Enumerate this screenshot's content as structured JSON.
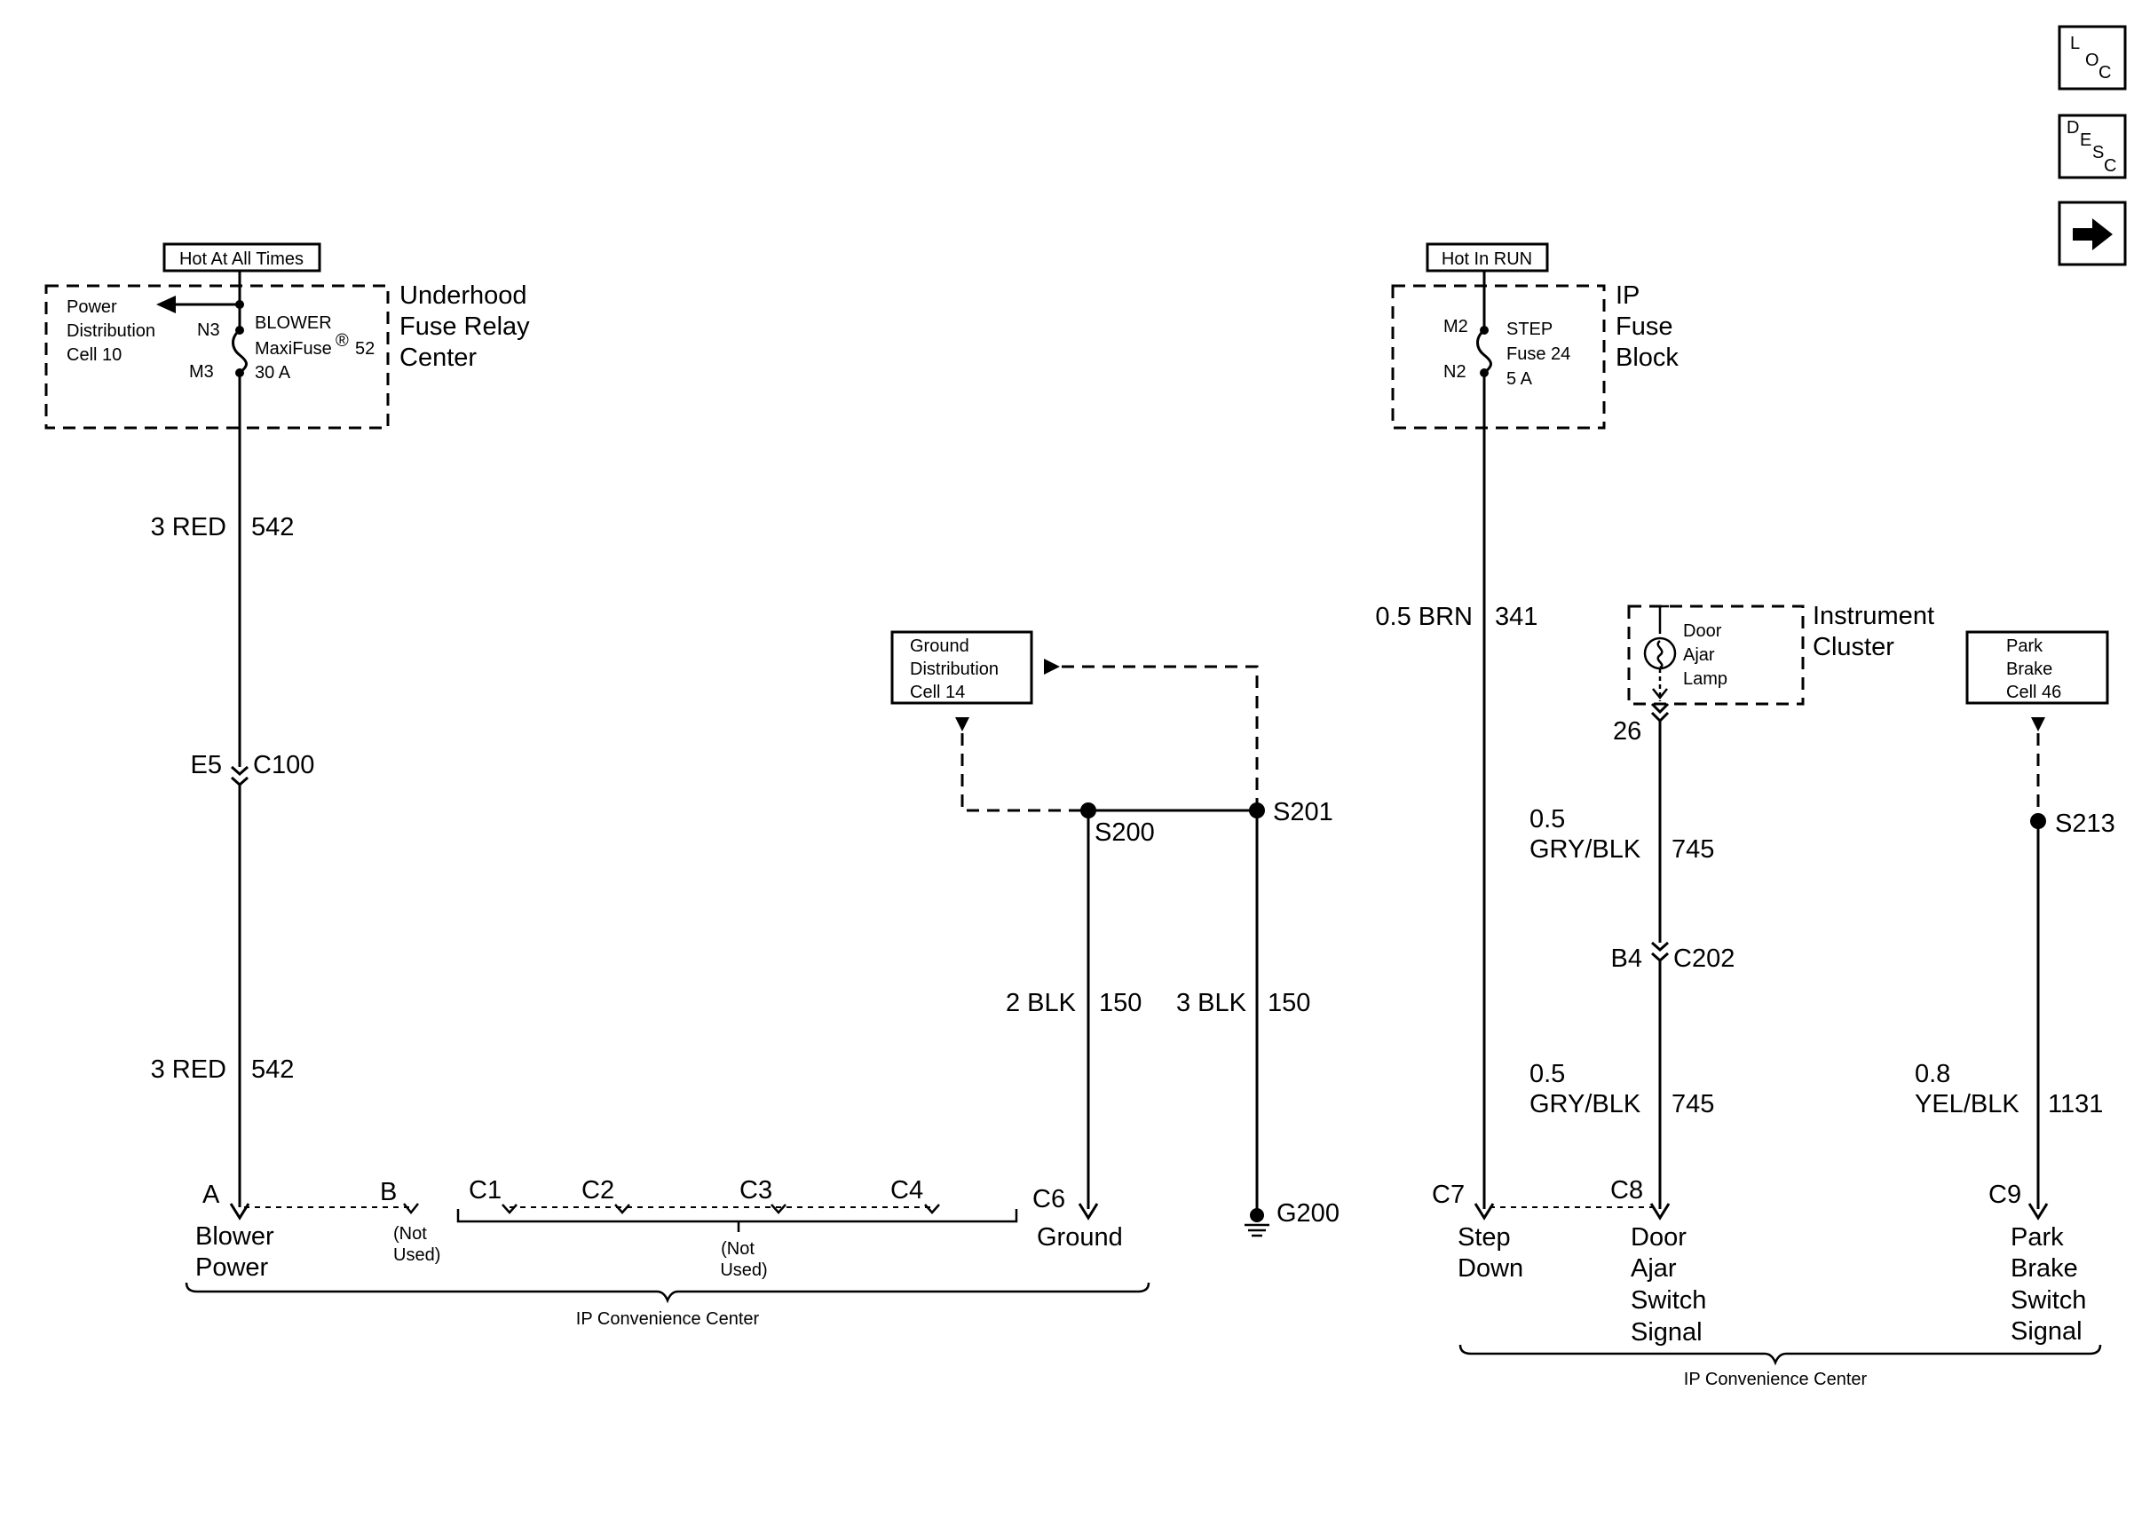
{
  "nav": {
    "loc": {
      "l": "L",
      "o": "O",
      "c": "C"
    },
    "desc": {
      "d": "D",
      "e": "E",
      "s": "S",
      "c": "C"
    },
    "next_icon": "right-arrow-icon"
  },
  "left": {
    "hot_label": "Hot At All Times",
    "power_dist": [
      "Power",
      "Distribution",
      "Cell 10"
    ],
    "fuse_pin_top": "N3",
    "fuse_pin_bottom": "M3",
    "fuse_name": "BLOWER",
    "fuse_type": "MaxiFuse",
    "fuse_reg": "®",
    "fuse_num": "52",
    "fuse_rating": "30 A",
    "relay_center": [
      "Underhood",
      "Fuse Relay",
      "Center"
    ],
    "wire1_color": "3 RED",
    "wire1_circuit": "542",
    "conn_pin": "E5",
    "conn_name": "C100",
    "wire2_color": "3 RED",
    "wire2_circuit": "542",
    "pin_a": "A",
    "pin_a_name": [
      "Blower",
      "Power"
    ],
    "pin_b": "B",
    "not_used_b": [
      "(Not",
      "Used)"
    ],
    "pins_c": [
      "C1",
      "C2",
      "C3",
      "C4"
    ],
    "not_used_c": [
      "(Not",
      "Used)"
    ],
    "pin_c6": "C6",
    "pin_c6_name": "Ground",
    "center_label": "IP Convenience Center"
  },
  "ground": {
    "box": [
      "Ground",
      "Distribution",
      "Cell 14"
    ],
    "splice_a": "S200",
    "splice_b": "S201",
    "wire_a_color": "2 BLK",
    "wire_a_circuit": "150",
    "wire_b_color": "3 BLK",
    "wire_b_circuit": "150",
    "ground_point": "G200"
  },
  "right": {
    "hot_label": "Hot In RUN",
    "fuse_pin_top": "M2",
    "fuse_pin_bottom": "N2",
    "fuse_name": "STEP",
    "fuse_num": "Fuse 24",
    "fuse_rating": "5 A",
    "block": [
      "IP",
      "Fuse",
      "Block"
    ],
    "wire_color": "0.5 BRN",
    "wire_circuit": "341",
    "lamp": [
      "Door",
      "Ajar",
      "Lamp"
    ],
    "cluster": [
      "Instrument",
      "Cluster"
    ],
    "cluster_pin": "26",
    "wire2_color": [
      "0.5",
      "GRY/BLK"
    ],
    "wire2_circuit": "745",
    "conn_pin": "B4",
    "conn_name": "C202",
    "wire3_color": [
      "0.5",
      "GRY/BLK"
    ],
    "wire3_circuit": "745",
    "park_box": [
      "Park",
      "Brake",
      "Cell 46"
    ],
    "splice": "S213",
    "wire4_color": [
      "0.8",
      "YEL/BLK"
    ],
    "wire4_circuit": "1131",
    "pin_c7": "C7",
    "pin_c7_name": [
      "Step",
      "Down"
    ],
    "pin_c8": "C8",
    "pin_c8_name": [
      "Door",
      "Ajar",
      "Switch",
      "Signal"
    ],
    "pin_c9": "C9",
    "pin_c9_name": [
      "Park",
      "Brake",
      "Switch",
      "Signal"
    ],
    "center_label": "IP Convenience Center"
  }
}
